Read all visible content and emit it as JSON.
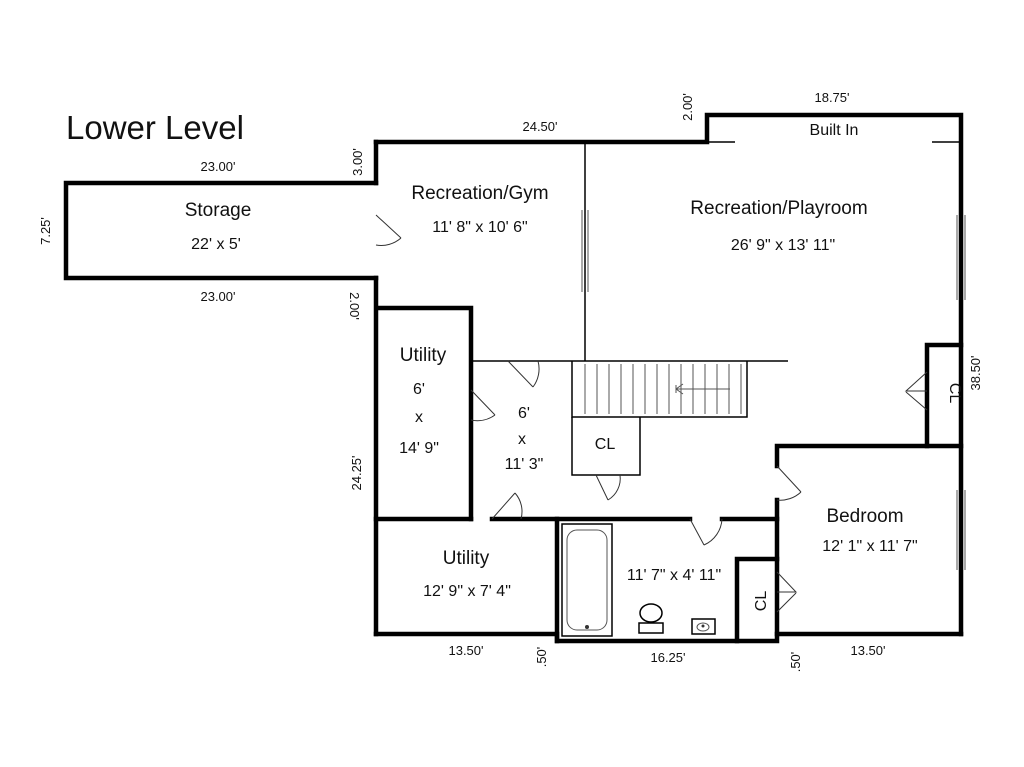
{
  "title": "Lower Level",
  "rooms": {
    "storage": {
      "name": "Storage",
      "size": "22' x 5'"
    },
    "gym": {
      "name": "Recreation/Gym",
      "size": "11' 8\" x 10' 6\""
    },
    "playroom": {
      "name": "Recreation/Playroom",
      "size": "26' 9\" x 13' 11\"",
      "built_in": "Built In"
    },
    "utility1": {
      "name": "Utility",
      "w": "6'",
      "x": "x",
      "h": "14' 9\""
    },
    "hall": {
      "w": "6'",
      "x": "x",
      "h": "11' 3\""
    },
    "closet_stair": "CL",
    "closet_right": "CL",
    "closet_bed": "CL",
    "bedroom": {
      "name": "Bedroom",
      "size": "12' 1\" x 11' 7\""
    },
    "utility2": {
      "name": "Utility",
      "size": "12' 9\" x 7' 4\""
    },
    "bath": {
      "size": "11' 7\" x 4' 11\""
    }
  },
  "dimensions": {
    "storage_top": "23.00'",
    "storage_bottom": "23.00'",
    "storage_side": "7.25'",
    "gym_top": "24.50'",
    "gym_left_top": "3.00'",
    "gym_left_bottom": "2.00'",
    "step_up": "2.00'",
    "playroom_top": "18.75'",
    "right_side": "38.50'",
    "left_side": "24.25'",
    "bottom_left": "13.50'",
    "bottom_left_step": ".50'",
    "bottom_mid": "16.25'",
    "bottom_right_step": ".50'",
    "bottom_right": "13.50'"
  }
}
